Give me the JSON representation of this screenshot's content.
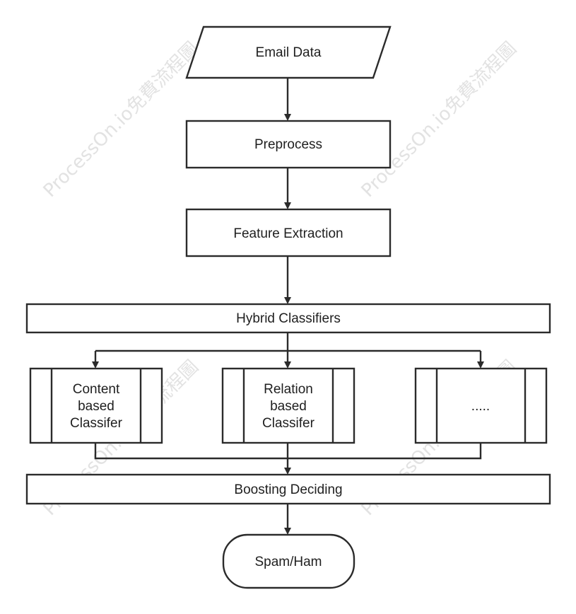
{
  "nodes": {
    "email_data": "Email Data",
    "preprocess": "Preprocess",
    "feature_extraction": "Feature Extraction",
    "hybrid_classifiers": "Hybrid Classifiers",
    "content_classifier": [
      "Content",
      "based",
      "Classifer"
    ],
    "relation_classifier": [
      "Relation",
      "based",
      "Classifer"
    ],
    "other_classifier": ".....",
    "boosting_deciding": "Boosting Deciding",
    "spam_ham": "Spam/Ham"
  },
  "watermark": "ProcessOn.io免費流程圖",
  "colors": {
    "stroke": "#2b2b2b",
    "text": "#1f1f1f",
    "watermark": "#d9d9d9"
  }
}
